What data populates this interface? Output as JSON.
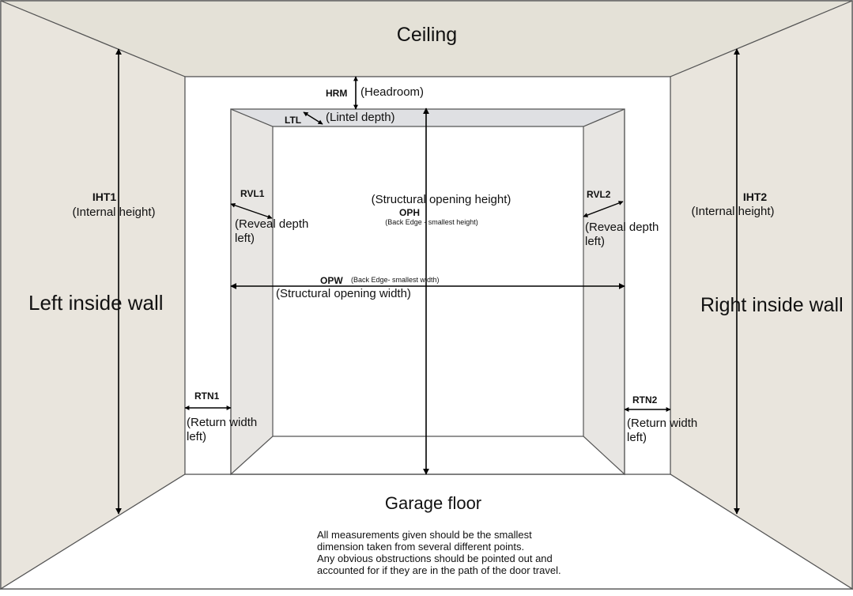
{
  "room": {
    "ceiling": "Ceiling",
    "floor": "Garage floor",
    "left_wall": "Left inside wall",
    "right_wall": "Right inside wall"
  },
  "labels": {
    "hrm_code": "HRM",
    "hrm_desc": "(Headroom)",
    "ltl_code": "LTL",
    "ltl_desc": "(Lintel depth)",
    "rvl1_code": "RVL1",
    "rvl1_desc_1": "(Reveal depth",
    "rvl1_desc_2": "left)",
    "rvl2_code": "RVL2",
    "rvl2_desc_1": "(Reveal depth",
    "rvl2_desc_2": "left)",
    "oph_desc": "(Structural opening height)",
    "oph_code": "OPH",
    "oph_note": "(Back Edge - smallest height)",
    "opw_code": "OPW",
    "opw_note": "(Back Edge- smallest width)",
    "opw_desc": "(Structural opening width)",
    "iht1_code": "IHT1",
    "iht1_desc": "(Internal height)",
    "iht2_code": "IHT2",
    "iht2_desc": "(Internal height)",
    "rtn1_code": "RTN1",
    "rtn1_desc_1": "(Return width",
    "rtn1_desc_2": "left)",
    "rtn2_code": "RTN2",
    "rtn2_desc_1": "(Return width",
    "rtn2_desc_2": "left)"
  },
  "notes": [
    "All measurements given should be the smallest",
    "dimension taken from several different points.",
    "Any obvious obstructions should be pointed out and",
    "accounted for if they are in the path of the door travel."
  ],
  "colors": {
    "wall": "#e9e5dd",
    "ceiling": "#e4e1d7",
    "reveal": "#e8e6e3",
    "lintel": "#dfe0e3",
    "line": "#333333",
    "arrow": "#000000"
  }
}
